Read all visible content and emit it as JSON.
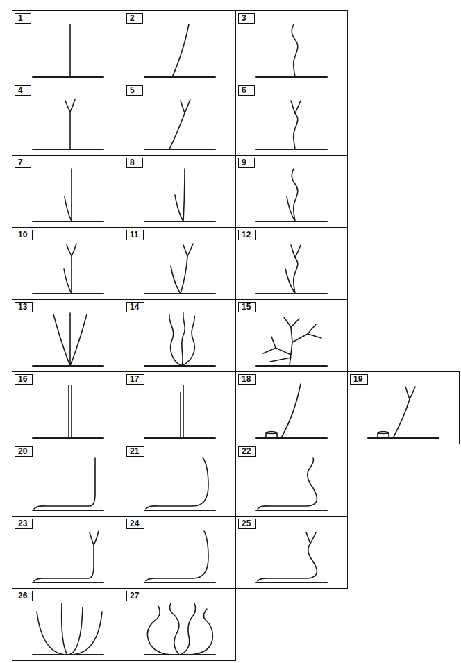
{
  "diagram": {
    "nodes": [
      {
        "text": [
          "1"
        ]
      },
      {
        "text": [
          "2"
        ]
      },
      {
        "text": [
          "3"
        ]
      },
      {
        "text": [
          "4"
        ]
      },
      {
        "text": [
          "5"
        ]
      },
      {
        "text": [
          "6"
        ]
      },
      {
        "text": [
          "7"
        ]
      },
      {
        "text": [
          "8"
        ]
      },
      {
        "text": [
          "9"
        ]
      },
      {
        "text": [
          "10"
        ]
      },
      {
        "text": [
          "11"
        ]
      },
      {
        "text": [
          "12"
        ]
      },
      {
        "text": [
          "13"
        ]
      },
      {
        "text": [
          "14"
        ]
      },
      {
        "text": [
          "15"
        ]
      },
      {
        "text": [
          "16"
        ]
      },
      {
        "text": [
          "17"
        ]
      },
      {
        "text": [
          "18"
        ]
      },
      {
        "text": [
          "19"
        ]
      },
      {
        "text": [
          "20"
        ]
      },
      {
        "text": [
          "21"
        ]
      },
      {
        "text": [
          "22"
        ]
      },
      {
        "text": [
          "23"
        ]
      },
      {
        "text": [
          "24"
        ]
      },
      {
        "text": [
          "25"
        ]
      },
      {
        "text": [
          "26"
        ]
      },
      {
        "text": [
          "27"
        ]
      }
    ]
  }
}
